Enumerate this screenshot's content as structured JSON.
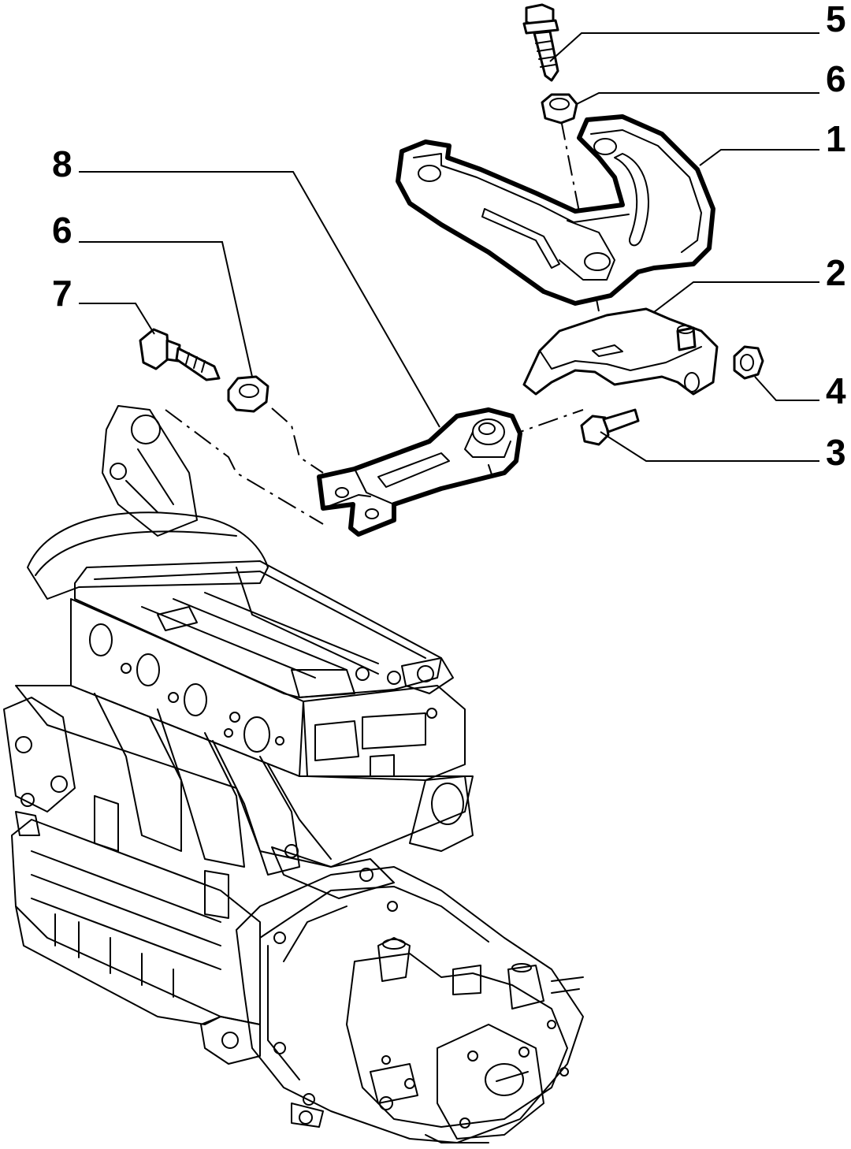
{
  "callouts": [
    {
      "id": "5",
      "label": "5"
    },
    {
      "id": "6a",
      "label": "6"
    },
    {
      "id": "1",
      "label": "1"
    },
    {
      "id": "8",
      "label": "8"
    },
    {
      "id": "6b",
      "label": "6"
    },
    {
      "id": "2",
      "label": "2"
    },
    {
      "id": "7",
      "label": "7"
    },
    {
      "id": "4",
      "label": "4"
    },
    {
      "id": "3",
      "label": "3"
    }
  ],
  "colors": {
    "ink": "#000000",
    "paper": "#ffffff"
  }
}
